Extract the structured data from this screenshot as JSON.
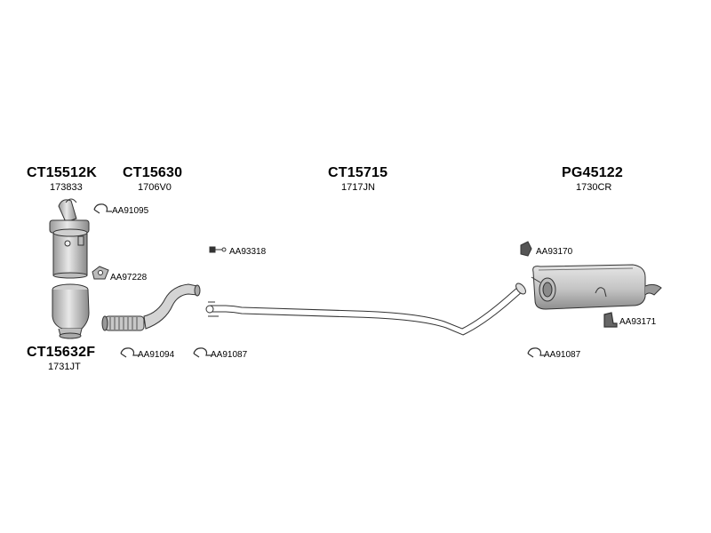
{
  "parts": [
    {
      "code": "CT15512K",
      "number": "173833"
    },
    {
      "code": "CT15630",
      "number": "1706V0"
    },
    {
      "code": "CT15715",
      "number": "1717JN"
    },
    {
      "code": "PG45122",
      "number": "1730CR"
    },
    {
      "code": "CT15632F",
      "number": "1731JT"
    }
  ],
  "accessories": [
    {
      "code": "AA91095",
      "icon": "clamp-icon"
    },
    {
      "code": "AA97228",
      "icon": "gasket-icon"
    },
    {
      "code": "AA93318",
      "icon": "bolt-icon"
    },
    {
      "code": "AA93170",
      "icon": "rubber-mount-icon"
    },
    {
      "code": "AA93171",
      "icon": "bracket-icon"
    },
    {
      "code": "AA91094",
      "icon": "clamp-icon"
    },
    {
      "code": "AA91087",
      "icon": "clamp-icon"
    },
    {
      "code": "AA91087",
      "icon": "clamp-icon"
    }
  ],
  "colors": {
    "line": "#333333",
    "fill": "#d9d9d9",
    "shade": "#9a9a9a"
  }
}
